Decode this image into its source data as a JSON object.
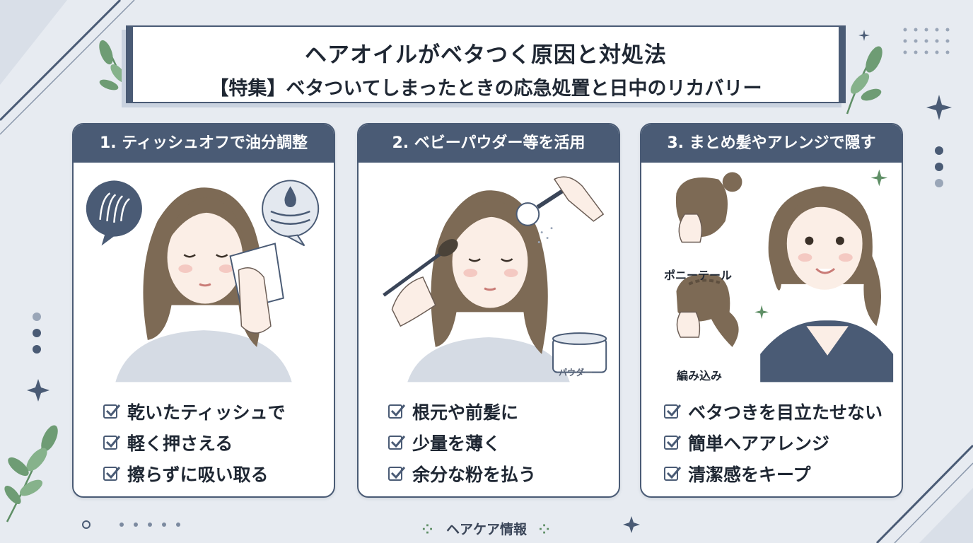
{
  "header": {
    "title": "ヘアオイルがベタつく原因と対処法",
    "subtitle": "【特集】ベタついてしまったときの応急処置と日中のリカバリー"
  },
  "cards": [
    {
      "title": "1. ティッシュオフで油分調整",
      "checks": [
        "乾いたティッシュで",
        "軽く押さえる",
        "擦らずに吸い取る"
      ]
    },
    {
      "title": "2. ベビーパウダー等を活用",
      "jar_label": "パウダー",
      "checks": [
        "根元や前髪に",
        "少量を薄く",
        "余分な粉を払う"
      ]
    },
    {
      "title": "3. まとめ髪やアレンジで隠す",
      "style_labels": [
        "ポニーテール",
        "編み込み"
      ],
      "checks": [
        "ベタつきを目立たせない",
        "簡単ヘアアレンジ",
        "清潔感をキープ"
      ]
    }
  ],
  "footer": {
    "label": "ヘアケア情報"
  },
  "colors": {
    "background": "#e7ebf1",
    "navy": "#4a5b75",
    "hair": "#7d6a55",
    "leaf": "#5f8f66",
    "skin": "#fbeee6"
  },
  "icons": [
    "check-icon",
    "hair-strand-icon",
    "water-drop-icon",
    "sparkle-icon",
    "leaf-icon"
  ]
}
